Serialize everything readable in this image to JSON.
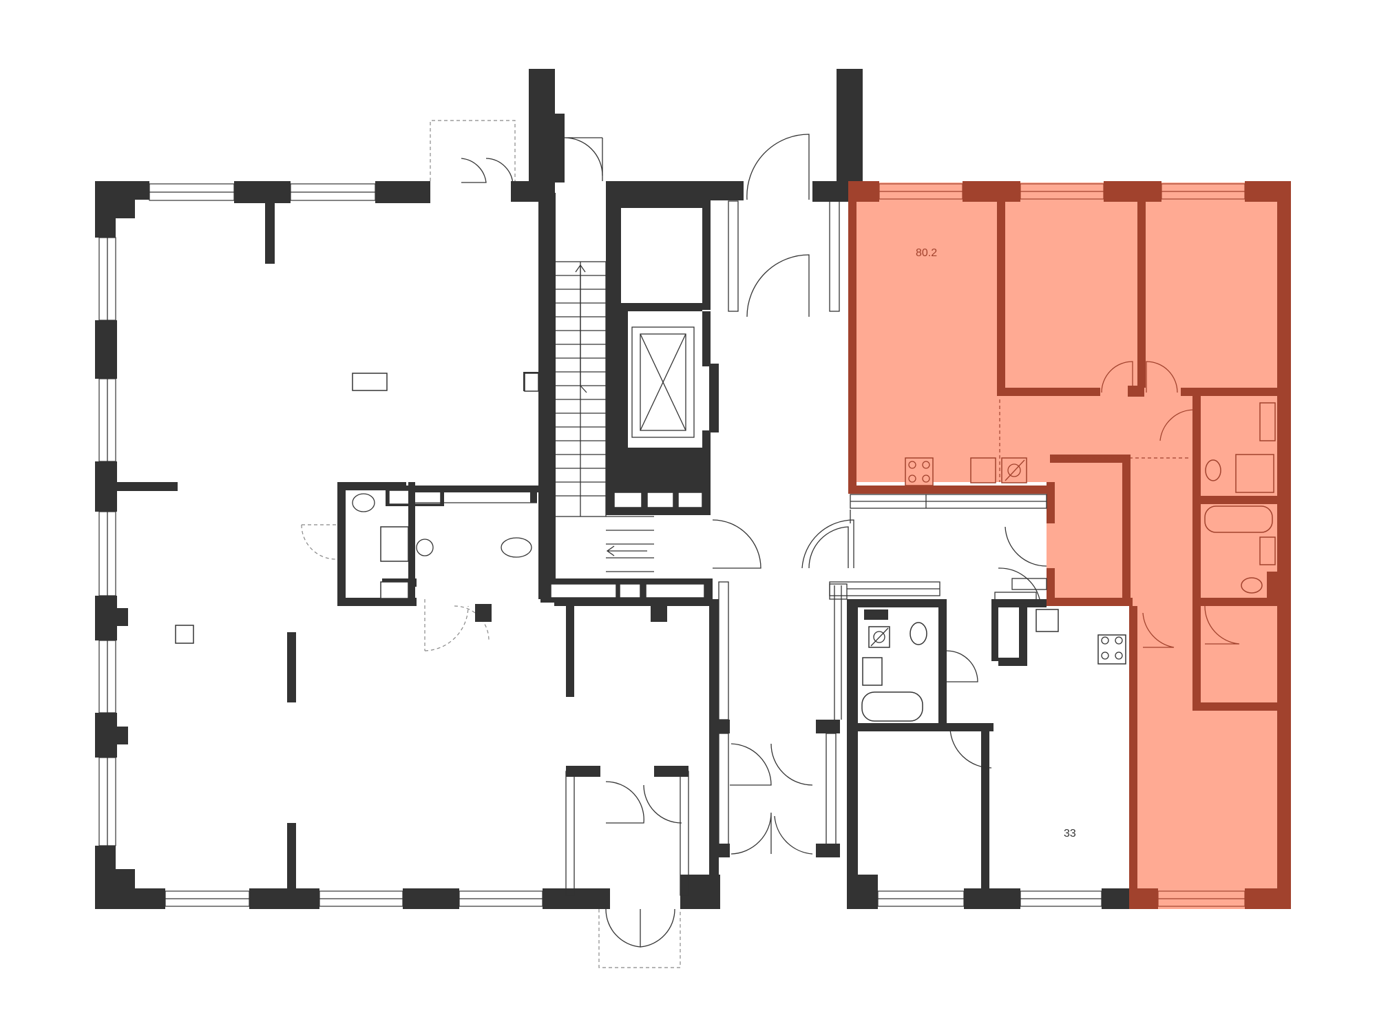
{
  "floor_plan": {
    "colors": {
      "wall": "#333333",
      "highlight_wall": "#a1422d",
      "highlight_fill": "#ffaa93",
      "background": "#ffffff"
    },
    "apartments": [
      {
        "id": "apartment-highlighted",
        "area_label": "80.2",
        "highlighted": true
      },
      {
        "id": "apartment-small",
        "area_label": "33",
        "highlighted": false
      }
    ]
  }
}
